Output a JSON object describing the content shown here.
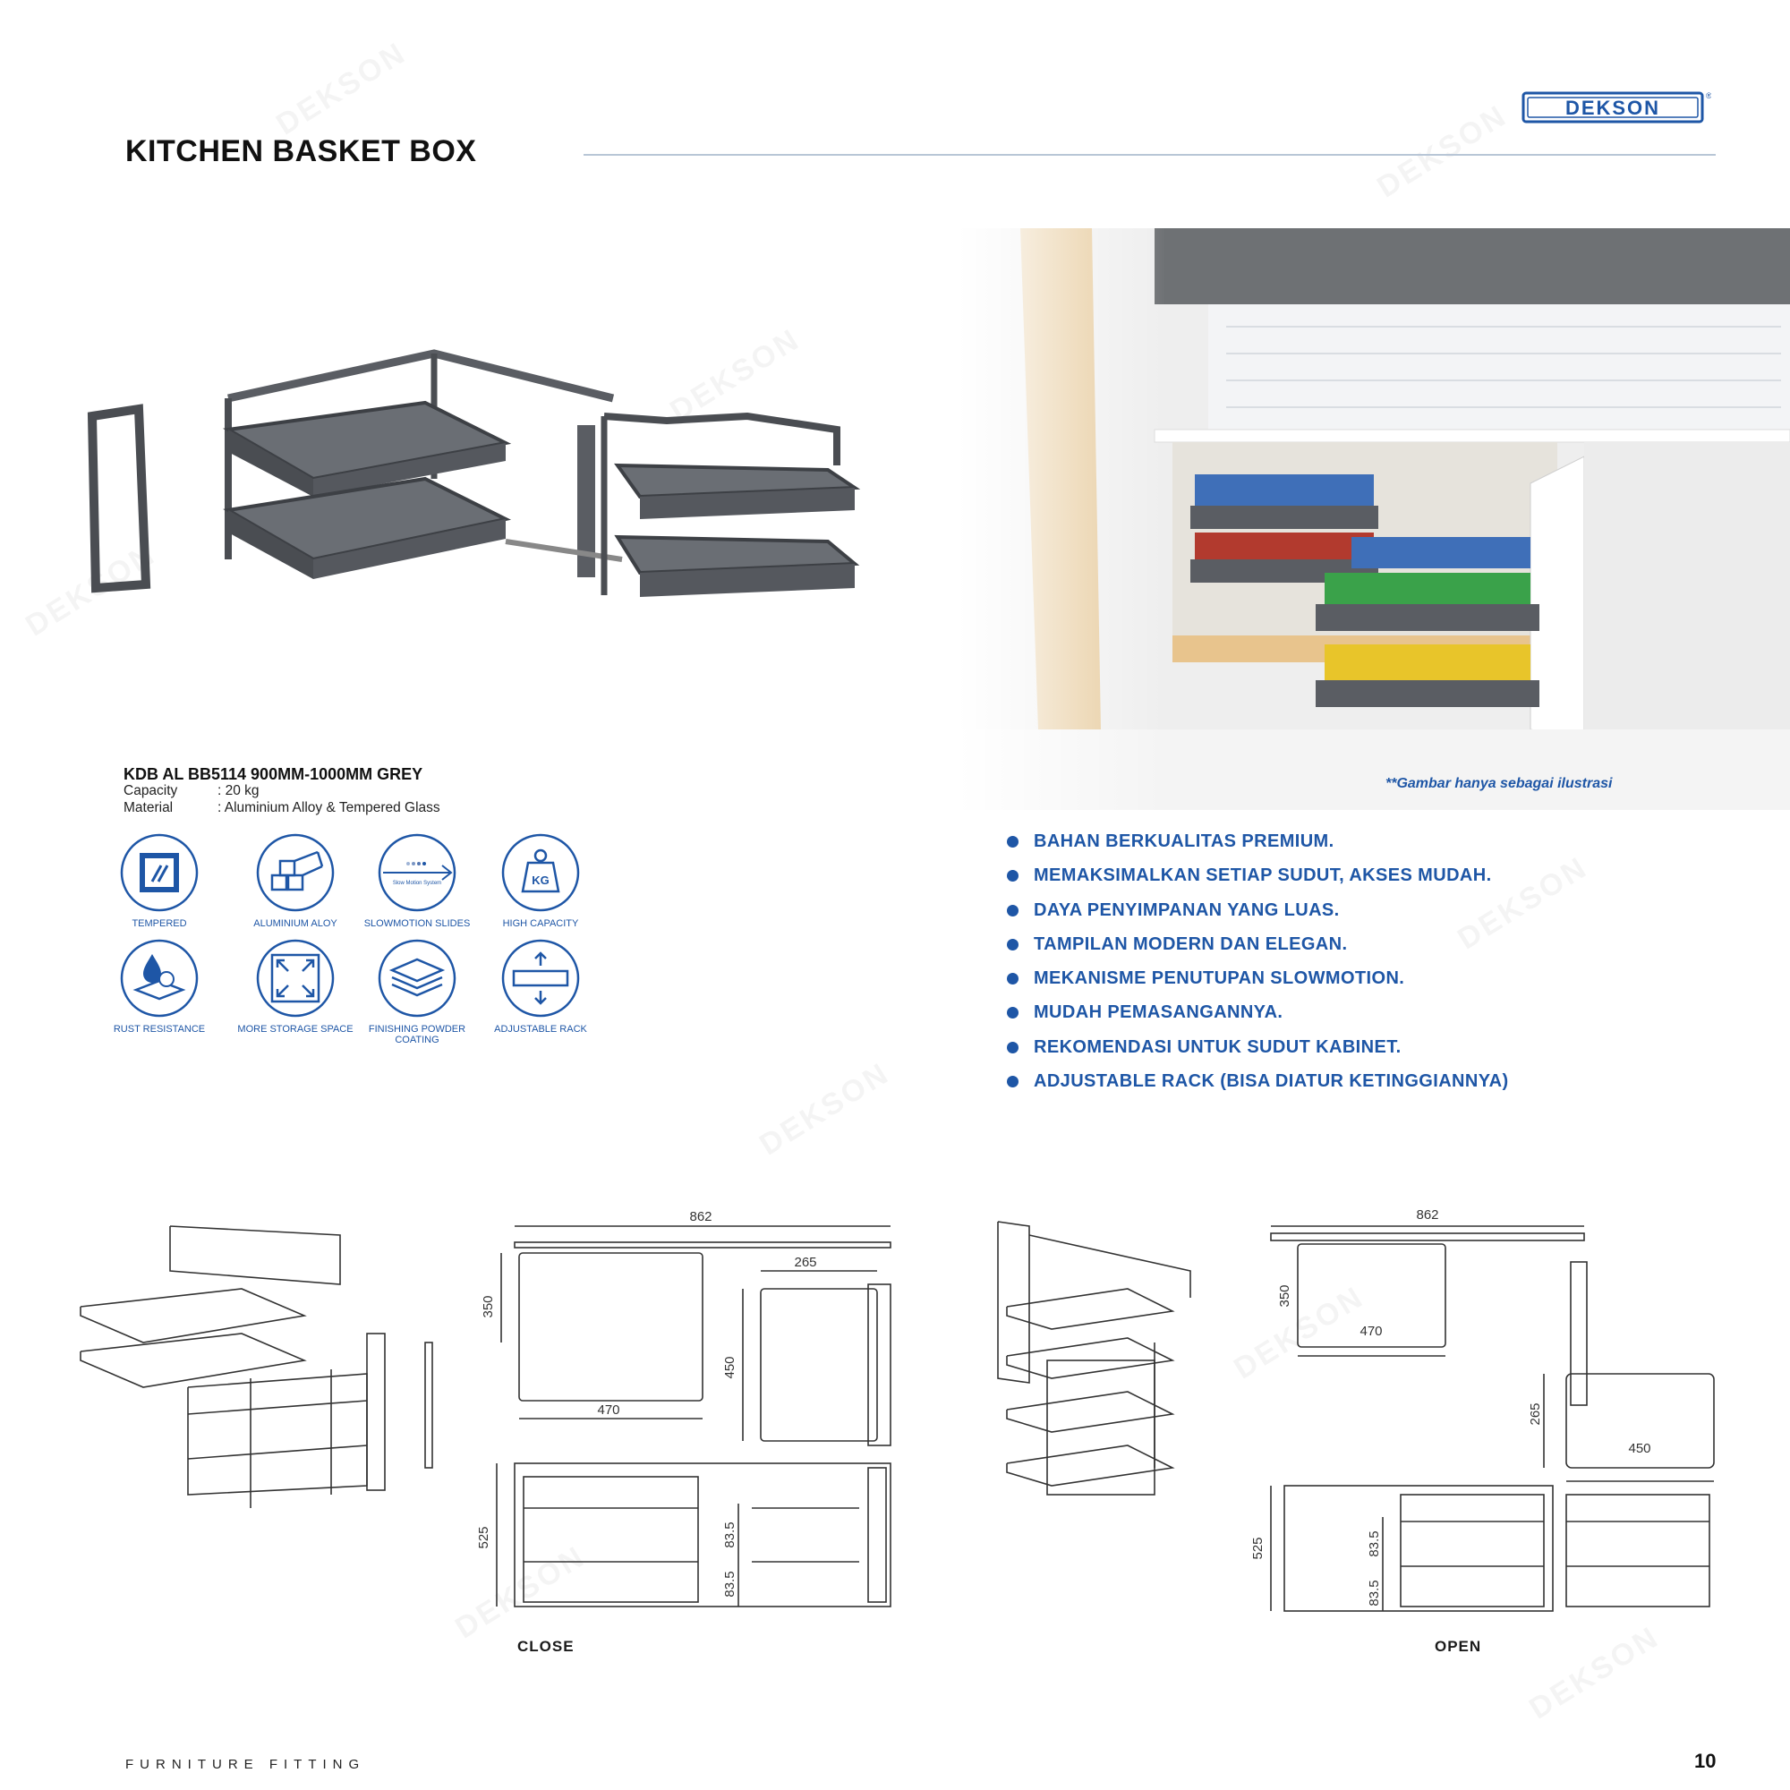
{
  "header": {
    "title": "KITCHEN BASKET BOX",
    "brand": "DEKSON"
  },
  "product": {
    "name": "KDB AL BB5114 900MM-1000MM GREY",
    "specs": [
      {
        "label": "Capacity",
        "value": ": 20 kg"
      },
      {
        "label": "Material",
        "value": ": Aluminium Alloy & Tempered Glass"
      }
    ],
    "photo_note": "**Gambar hanya sebagai ilustrasi"
  },
  "features": [
    {
      "icon": "tempered-glass-icon",
      "caption": "TEMPERED"
    },
    {
      "icon": "aluminium-profile-icon",
      "caption": "ALUMINIUM ALOY"
    },
    {
      "icon": "slow-motion-icon",
      "caption": "SLOWMOTION SLIDES",
      "icon_text": "Slow Motion System"
    },
    {
      "icon": "weight-kg-icon",
      "caption": "HIGH CAPACITY",
      "icon_text": "KG"
    },
    {
      "icon": "rust-drop-icon",
      "caption": "RUST RESISTANCE"
    },
    {
      "icon": "expand-arrows-icon",
      "caption": "MORE STORAGE SPACE"
    },
    {
      "icon": "layers-icon",
      "caption": "FINISHING POWDER COATING"
    },
    {
      "icon": "adjust-rack-icon",
      "caption": "ADJUSTABLE RACK"
    }
  ],
  "bullets": [
    "BAHAN BERKUALITAS PREMIUM.",
    "MEMAKSIMALKAN SETIAP SUDUT, AKSES MUDAH.",
    "DAYA PENYIMPANAN YANG LUAS.",
    "TAMPILAN MODERN DAN ELEGAN.",
    "MEKANISME PENUTUPAN SLOWMOTION.",
    "MUDAH PEMASANGANNYA.",
    "REKOMENDASI UNTUK SUDUT KABINET.",
    "ADJUSTABLE RACK (BISA DIATUR KETINGGIANNYA)"
  ],
  "drawings": {
    "close": {
      "label": "CLOSE",
      "dims": {
        "width_total": "862",
        "depth": "350",
        "basket_width": "470",
        "side_width": "265",
        "side_depth": "450",
        "height": "525",
        "shelf_gap_1": "83.5",
        "shelf_gap_2": "83.5"
      }
    },
    "open": {
      "label": "OPEN",
      "dims": {
        "width_total": "862",
        "depth": "350",
        "basket_width": "470",
        "side_depth": "265",
        "side_width": "450",
        "height": "525",
        "shelf_gap_1": "83.5",
        "shelf_gap_2": "83.5"
      }
    }
  },
  "footer": {
    "text": "FURNITURE FITTING",
    "page_number": "10"
  },
  "colors": {
    "accent": "#1e56a6",
    "frame_grey": "#4a4d52",
    "rule": "#b8c6d6"
  }
}
